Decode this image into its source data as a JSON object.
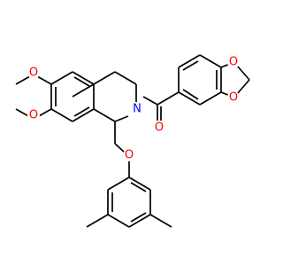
{
  "colors": {
    "background": "#ffffff",
    "bond": "#000000",
    "oxygen": "#ff0000",
    "nitrogen": "#0000ff"
  },
  "atom_labels": {
    "o_carbonyl": "O",
    "n_ring": "N",
    "o_methoxy_6": "O",
    "o_methoxy_7": "O",
    "o_ether": "O",
    "o_dioxole_1": "O",
    "o_dioxole_2": "O"
  }
}
